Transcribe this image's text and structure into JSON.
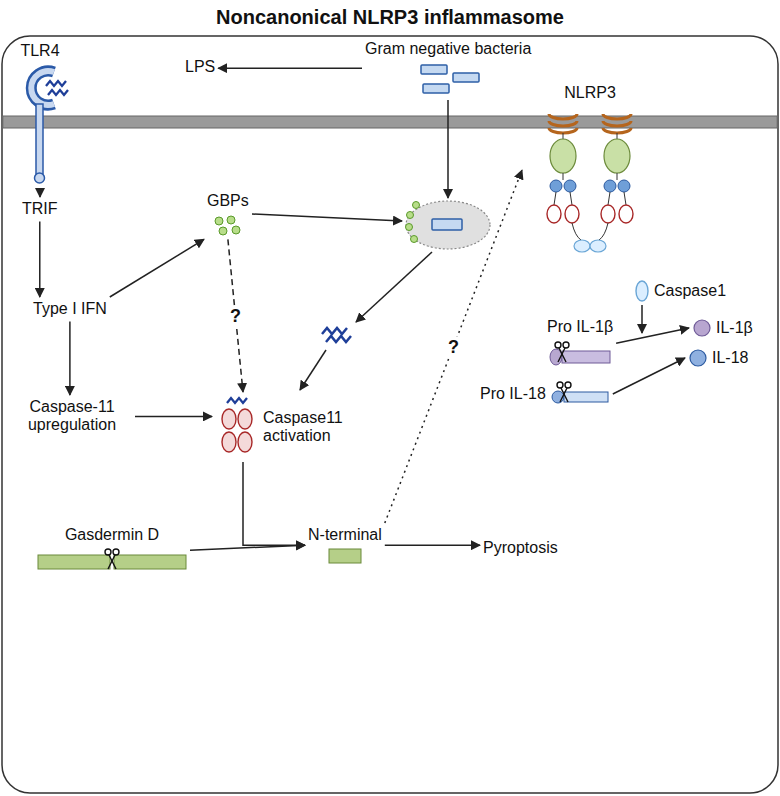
{
  "diagram": {
    "title": "Noncanonical NLRP3 inflammasome",
    "nodes": [
      {
        "text": [
          "Gram negative bacteria"
        ]
      },
      {
        "text": [
          "TLR4"
        ]
      },
      {
        "text": [
          "LPS"
        ]
      },
      {
        "text": [
          "TRIF"
        ]
      },
      {
        "text": [
          "GBPs"
        ]
      },
      {
        "text": [
          "NLRP3"
        ]
      },
      {
        "text": [
          "Type I IFN"
        ]
      },
      {
        "text": [
          "Caspase-11 upregulation"
        ]
      },
      {
        "text": [
          "Caspase11 activation"
        ]
      },
      {
        "text": [
          "Caspase1"
        ]
      },
      {
        "text": [
          "Pro IL-1β"
        ]
      },
      {
        "text": [
          "IL-1β"
        ]
      },
      {
        "text": [
          "Pro IL-18"
        ]
      },
      {
        "text": [
          "IL-18"
        ]
      },
      {
        "text": [
          "Gasdermin D"
        ]
      },
      {
        "text": [
          "N-terminal"
        ]
      },
      {
        "text": [
          "Pyroptosis"
        ]
      }
    ],
    "edges": [
      {
        "from": 0,
        "to": 2,
        "arrow": "to"
      },
      {
        "from": 1,
        "to": 3,
        "arrow": "to"
      },
      {
        "from": 3,
        "to": 6,
        "arrow": "to"
      },
      {
        "from": 6,
        "to": 4,
        "arrow": "to"
      },
      {
        "from": 6,
        "to": 7,
        "arrow": "to"
      },
      {
        "from": 7,
        "to": 8,
        "arrow": "to"
      },
      {
        "from": 4,
        "to": 8,
        "arrow": "to",
        "label": "?"
      },
      {
        "from": 8,
        "to": 15,
        "arrow": "to"
      },
      {
        "from": 14,
        "to": 15,
        "arrow": "to"
      },
      {
        "from": 15,
        "to": 16,
        "arrow": "to"
      },
      {
        "from": 15,
        "to": 5,
        "arrow": "to",
        "label": "?"
      },
      {
        "from": 10,
        "to": 11,
        "arrow": "to"
      },
      {
        "from": 12,
        "to": 13,
        "arrow": "to"
      }
    ]
  }
}
